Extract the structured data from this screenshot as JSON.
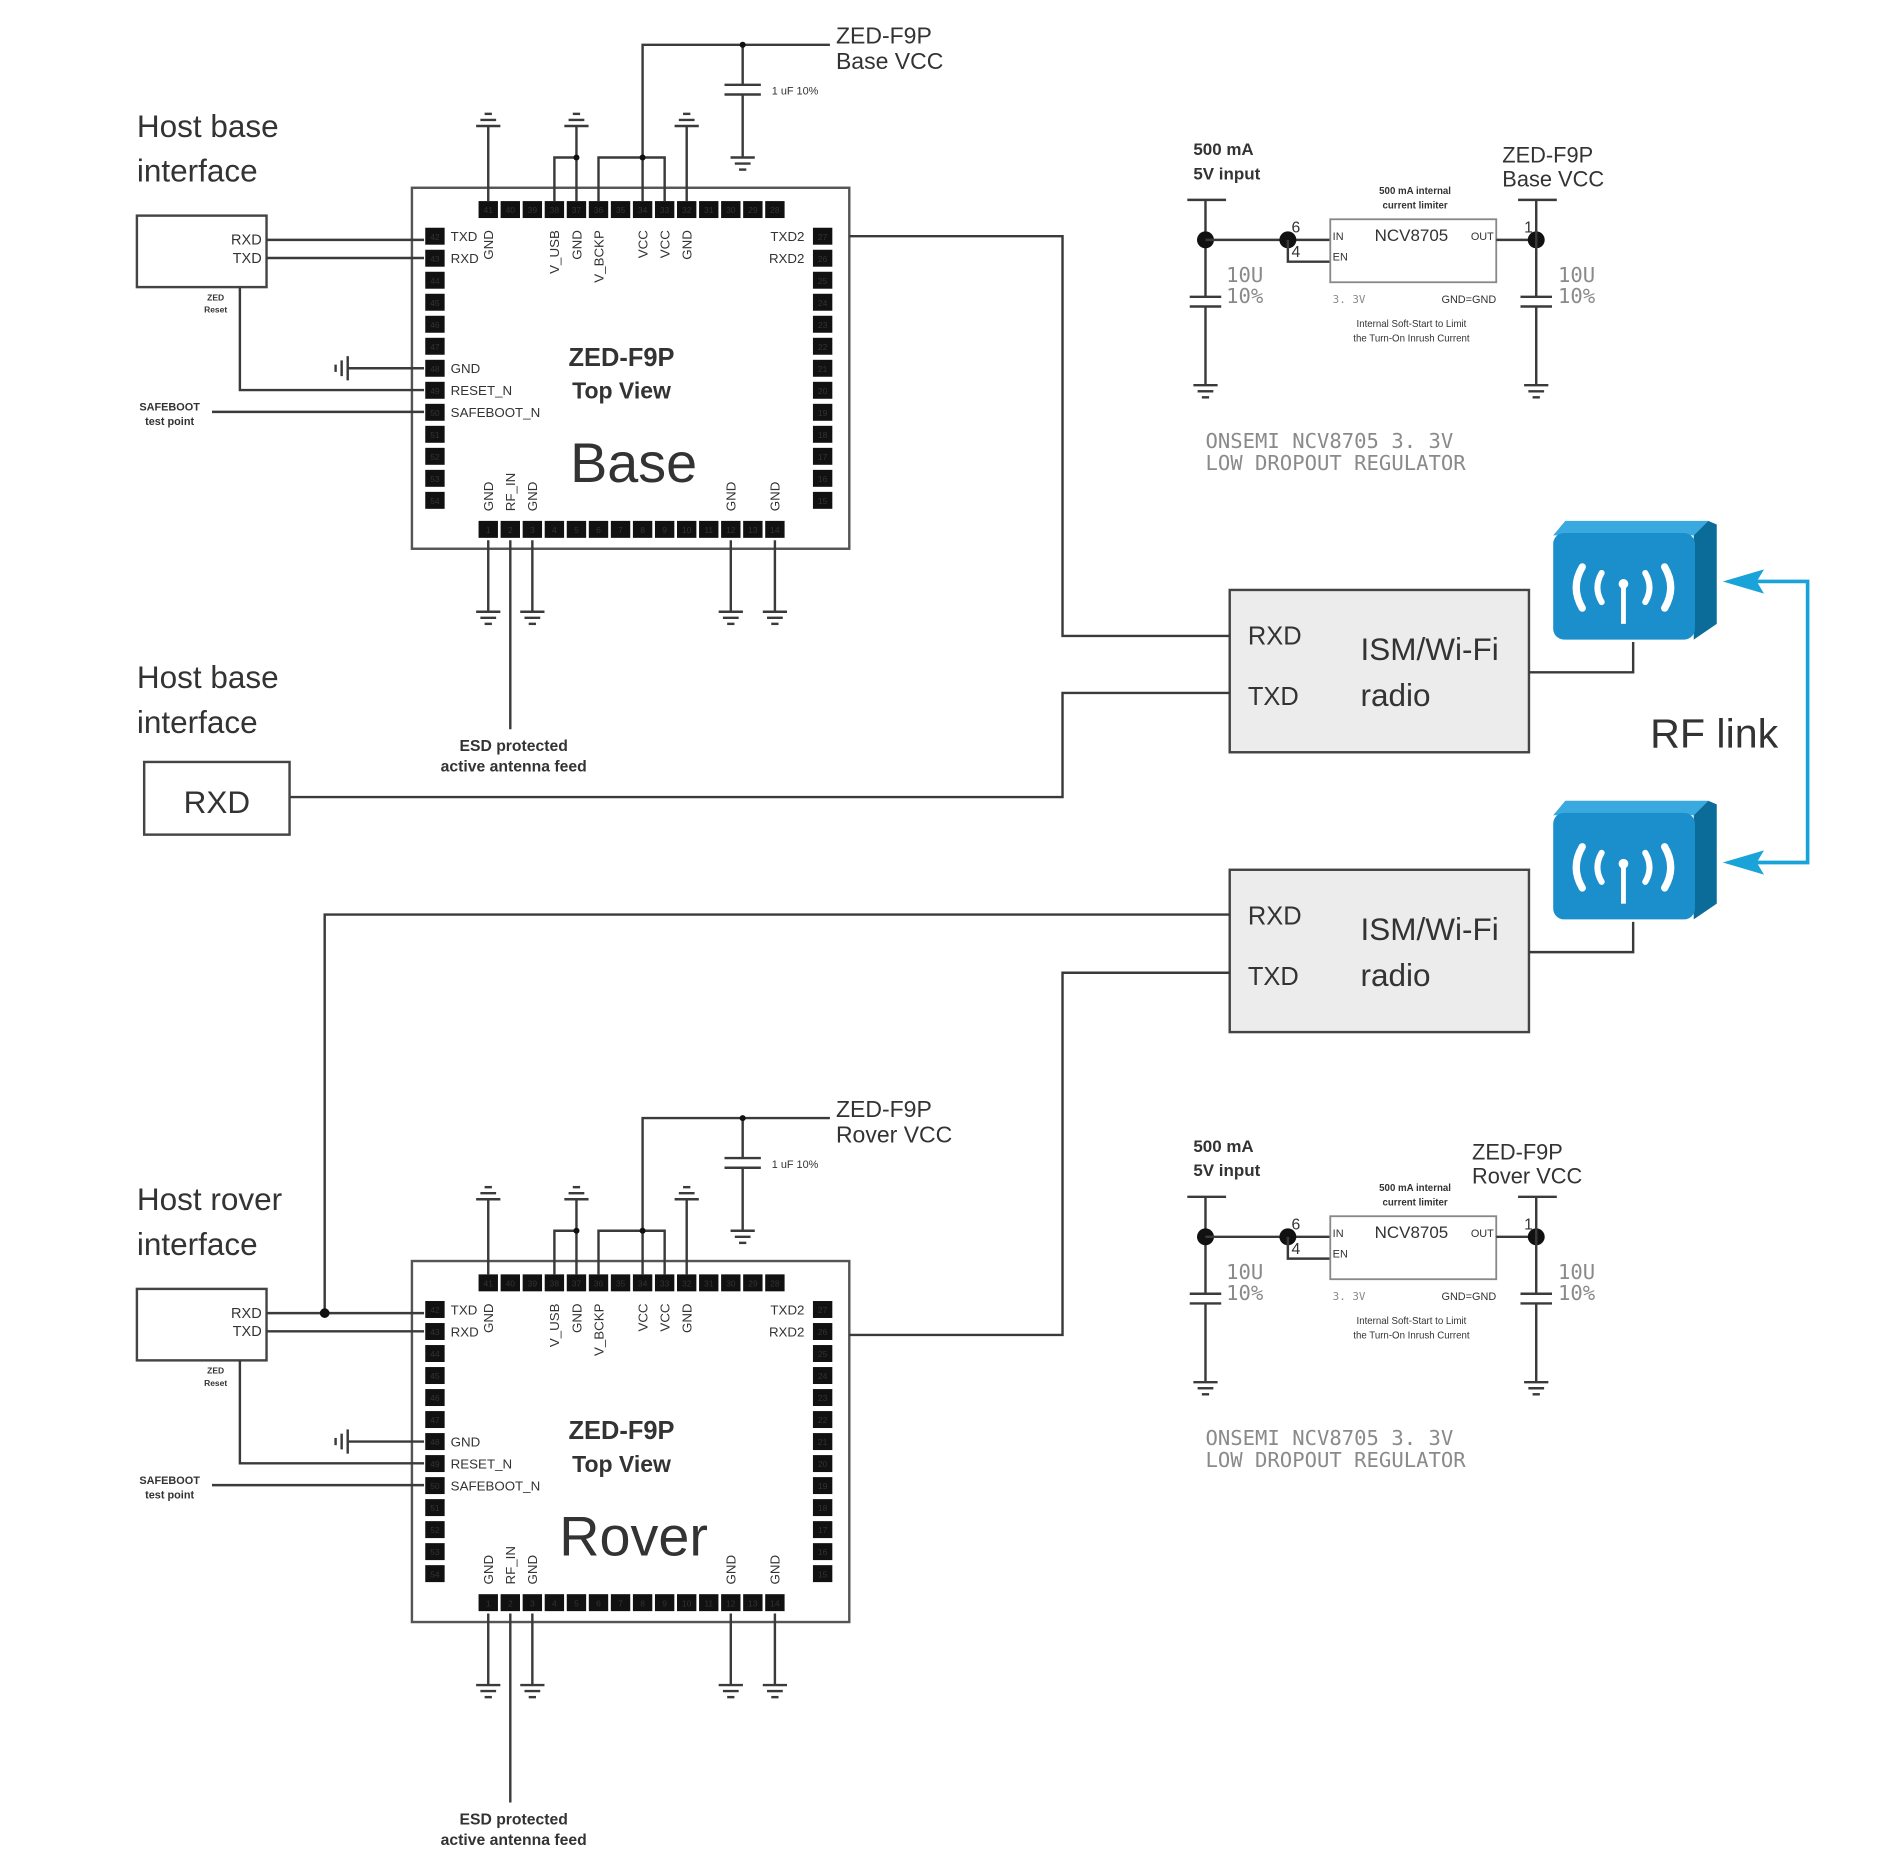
{
  "colors": {
    "wire": "#3a3a3a",
    "rf": "#1aa3d9",
    "radio_fill": "#ececec",
    "antenna": "#1b8fcc",
    "pin": "#111111"
  },
  "chip": {
    "title": "ZED-F9P",
    "subtitle": "Top View",
    "top_pins": [
      "41",
      "40",
      "39",
      "38",
      "37",
      "36",
      "35",
      "34",
      "33",
      "32",
      "31",
      "30",
      "29",
      "28"
    ],
    "top_labels": [
      "GND",
      "",
      "",
      "V_USB",
      "GND",
      "V_BCKP",
      "",
      "VCC",
      "VCC",
      "GND",
      "",
      "",
      "",
      ""
    ],
    "left_pins": [
      "42",
      "43",
      "44",
      "45",
      "46",
      "47",
      "48",
      "49",
      "50",
      "51",
      "52",
      "53",
      "54"
    ],
    "left_labels": [
      "TXD",
      "RXD",
      "",
      "",
      "",
      "",
      "GND",
      "RESET_N",
      "SAFEBOOT_N",
      "",
      "",
      "",
      ""
    ],
    "right_pins": [
      "27",
      "26",
      "25",
      "24",
      "23",
      "22",
      "21",
      "20",
      "19",
      "18",
      "17",
      "16",
      "15"
    ],
    "right_labels": [
      "TXD2",
      "RXD2",
      "",
      "",
      "",
      "",
      "",
      "",
      "",
      "",
      "",
      "",
      ""
    ],
    "bottom_pins": [
      "1",
      "2",
      "3",
      "4",
      "5",
      "6",
      "7",
      "8",
      "9",
      "10",
      "11",
      "12",
      "13",
      "14"
    ],
    "bottom_labels": [
      "GND",
      "RF_IN",
      "GND",
      "",
      "",
      "",
      "",
      "",
      "",
      "",
      "",
      "GND",
      "",
      "GND"
    ]
  },
  "base": {
    "name": "Base",
    "vcc_label": [
      "ZED-F9P",
      "Base VCC"
    ],
    "cap_label": "1 uF 10%",
    "host_label": [
      "Host base",
      "interface"
    ],
    "host_pins": [
      "RXD",
      "TXD"
    ],
    "reset_label": [
      "ZED",
      "Reset"
    ],
    "safeboot_label": [
      "SAFEBOOT",
      "test point"
    ],
    "esd_label": [
      "ESD protected",
      "active antenna feed"
    ]
  },
  "rover": {
    "name": "Rover",
    "vcc_label": [
      "ZED-F9P",
      "Rover VCC"
    ],
    "cap_label": "1 uF 10%",
    "host_label": [
      "Host rover",
      "interface"
    ],
    "host_pins": [
      "RXD",
      "TXD"
    ],
    "reset_label": [
      "ZED",
      "Reset"
    ],
    "safeboot_label": [
      "SAFEBOOT",
      "test point"
    ],
    "esd_label": [
      "ESD protected",
      "active antenna feed"
    ]
  },
  "host_base_2": {
    "label": [
      "Host base",
      "interface"
    ],
    "pin": "RXD"
  },
  "radio": {
    "pins": [
      "RXD",
      "TXD"
    ],
    "name": [
      "ISM/Wi-Fi",
      "radio"
    ]
  },
  "rf_link": "RF link",
  "regulator": {
    "input": [
      "500 mA",
      "5V input"
    ],
    "limiter": [
      "500 mA internal",
      "current limiter"
    ],
    "part": "NCV8705",
    "pin_in": "IN",
    "pin_en": "EN",
    "pin_out": "OUT",
    "pin_nums": [
      "6",
      "4",
      "1"
    ],
    "voltage": "3. 3V",
    "gnd": "GND=GND",
    "softstart": [
      "Internal Soft-Start to Limit",
      "the Turn-On Inrush Current"
    ],
    "cap": [
      "10U",
      "10%"
    ],
    "caption": [
      "ONSEMI NCV8705 3. 3V",
      "LOW DROPOUT REGULATOR"
    ],
    "out_label_base": [
      "ZED-F9P",
      "Base VCC"
    ],
    "out_label_rover": [
      "ZED-F9P",
      "Rover VCC"
    ]
  }
}
